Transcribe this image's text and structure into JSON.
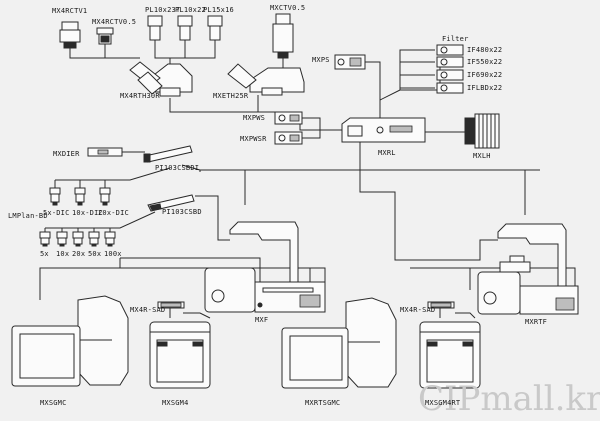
{
  "labels": {
    "mx4rctv1": "MX4RCTV1",
    "mx4rctv05": "MX4RCTV0.5",
    "pl10x23t": "PL10x23T",
    "pl10x22": "PL10x22",
    "pl15x16": "PL15x16",
    "mxctv05": "MXCTV0.5",
    "mx4rth30r": "MX4RTH30R",
    "mxeth25r": "MXETH25R",
    "mxps": "MXPS",
    "filter": "Filter",
    "if480": "IF480x22",
    "if550": "IF550x22",
    "if690": "IF690x22",
    "ifbd": "IFLBDx22",
    "mxpws": "MXPWS",
    "mxpwsr": "MXPWSR",
    "mxrl": "MXRL",
    "mxlh": "MXLH",
    "mxdier": "MXDIER",
    "pi103csbdi": "PI103CSBDI",
    "pi103csbd": "PI103CSBD",
    "dic5x": "5x-DIC",
    "dic10x": "10x-DIC",
    "dic20x": "20x-DIC",
    "lmplan": "LMPlan-BD",
    "obj5x": "5x",
    "obj10x": "10x",
    "obj20x": "20x",
    "obj50x": "50x",
    "obj100x": "100x",
    "mx4rsad_left": "MX4R-SAD",
    "mx4rsad_right": "MX4R-SAD",
    "mxf": "MXF",
    "mxrtf": "MXRTF",
    "mxsgmc": "MXSGMC",
    "mxsgm4": "MXSGM4",
    "mxrtsgmc": "MXRTSGMC",
    "mxsgm4rt": "MXSGM4RT"
  },
  "watermark": "CIPmall.kr"
}
